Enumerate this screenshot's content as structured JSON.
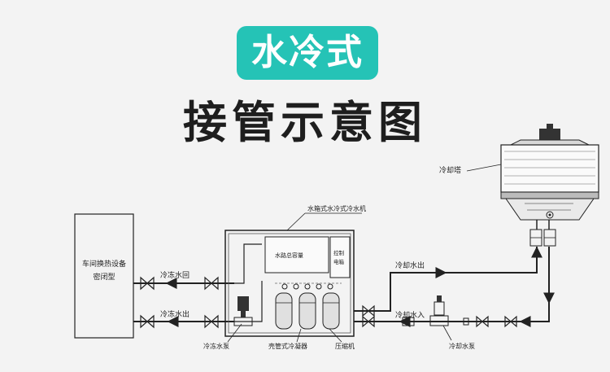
{
  "title": "水冷式",
  "subtitle": "接管示意图",
  "colors": {
    "badge": "#25c3b6",
    "line": "#222222",
    "background": "#f3f3f3"
  },
  "labels": {
    "workshop_equipment": "车间换热设备",
    "workshop_equipment_2": "密闭型",
    "chilled_water_return": "冷冻水回",
    "chilled_water_out": "冷冻水出",
    "unit_name": "水箱式水冷式冷水机",
    "water_tank": "水路总容量",
    "control_box": "控制",
    "control_box_2": "电箱",
    "chilled_pump": "冷冻水泵",
    "evaporator": "壳管式冷凝器",
    "compressor": "压缩机",
    "cooling_out": "冷却水出",
    "cooling_in": "冷却水入",
    "cooling_pump": "冷却水泵",
    "cooling_tower": "冷却塔"
  }
}
